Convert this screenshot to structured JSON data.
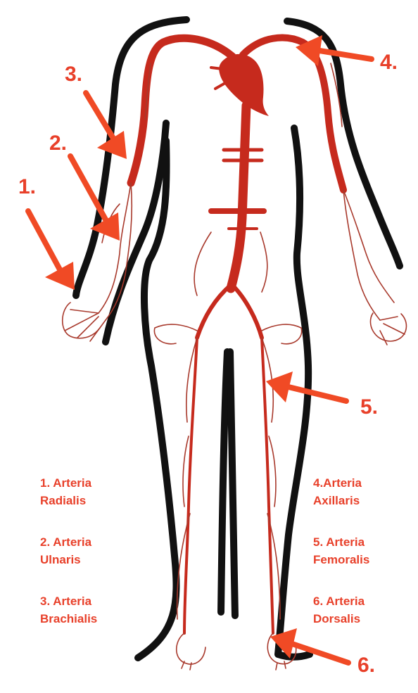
{
  "colors": {
    "arrow": "#f04a25",
    "artery": "#c62a1d",
    "artery_fine": "#a8392c",
    "outline": "#111111",
    "text": "#e8402a"
  },
  "markers": [
    {
      "number": "1.",
      "target": "Arteria Radialis"
    },
    {
      "number": "2.",
      "target": "Arteria Ulnaris"
    },
    {
      "number": "3.",
      "target": "Arteria Brachialis"
    },
    {
      "number": "4.",
      "target": "Arteria Axillaris"
    },
    {
      "number": "5.",
      "target": "Arteria Femoralis"
    },
    {
      "number": "6.",
      "target": "Arteria Dorsalis"
    }
  ],
  "legend": [
    {
      "line1": "1. Arteria",
      "line2": "Radialis"
    },
    {
      "line1": "2. Arteria",
      "line2": "Ulnaris"
    },
    {
      "line1": "3. Arteria",
      "line2": "Brachialis"
    },
    {
      "line1": "4.Arteria",
      "line2": "Axillaris"
    },
    {
      "line1": "5. Arteria",
      "line2": "Femoralis"
    },
    {
      "line1": "6. Arteria",
      "line2": "Dorsalis"
    }
  ]
}
